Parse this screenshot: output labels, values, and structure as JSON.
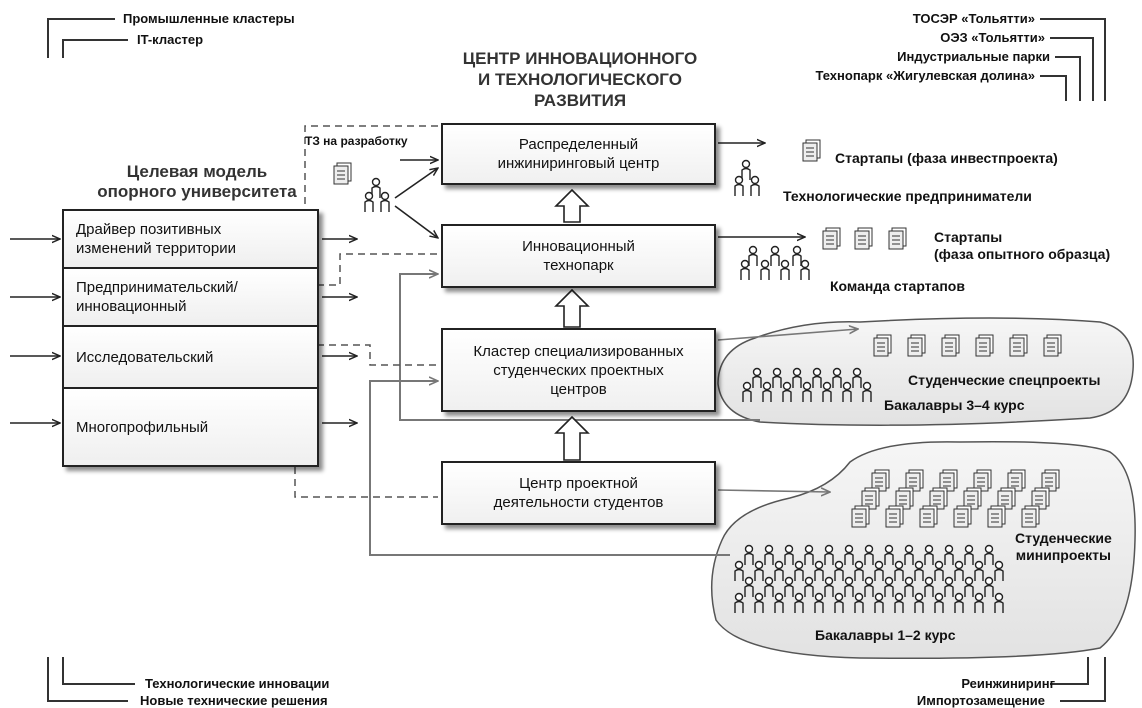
{
  "corner_top_left": [
    "Промышленные кластеры",
    "IT-кластер"
  ],
  "corner_top_right": [
    "ТОСЭР «Тольятти»",
    "ОЭЗ «Тольятти»",
    "Индустриальные парки",
    "Технопарк «Жигулевская долина»"
  ],
  "corner_bottom_left": [
    "Технологические инновации",
    "Новые технические решения"
  ],
  "corner_bottom_right": [
    "Реинжиниринг",
    "Импортозамещение"
  ],
  "center_title": [
    "ЦЕНТР ИННОВАЦИОННОГО",
    "И ТЕХНОЛОГИЧЕСКОГО",
    "РАЗВИТИЯ"
  ],
  "left_title": [
    "Целевая модель",
    "опорного университета"
  ],
  "tz_label": "ТЗ на разработку",
  "left_boxes": [
    [
      "Драйвер позитивных",
      "изменений территории"
    ],
    [
      "Предпринимательский/",
      "инновационный"
    ],
    [
      "Исследовательский"
    ],
    [
      "Многопрофильный"
    ]
  ],
  "center_boxes": [
    [
      "Распределенный",
      "инжиниринговый центр"
    ],
    [
      "Инновационный",
      "технопарк"
    ],
    [
      "Кластер специализированных",
      "студенческих проектных",
      "центров"
    ],
    [
      "Центр проектной",
      "деятельности студентов"
    ]
  ],
  "outputs": {
    "startups_invest": "Стартапы (фаза инвестпроекта)",
    "tech_entrepreneurs": "Технологические предприниматели",
    "startups_proto": [
      "Стартапы",
      "(фаза опытного образца)"
    ],
    "startup_team": "Команда стартапов",
    "student_special": "Студенческие спецпроекты",
    "bachelors_34": "Бакалавры 3–4 курс",
    "student_mini": [
      "Студенческие",
      "минипроекты"
    ],
    "bachelors_12": "Бакалавры 1–2 курс"
  },
  "icons": [
    "document-stack-icon",
    "person-group-icon",
    "block-arrow-up-icon"
  ]
}
